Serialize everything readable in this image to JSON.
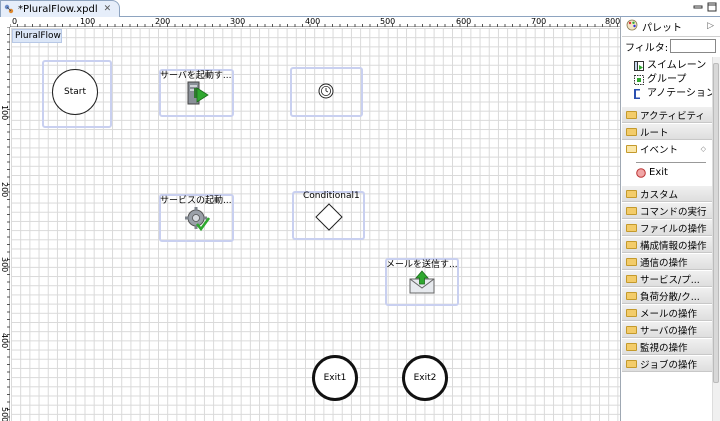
{
  "tab": {
    "title": "*PluralFlow.xpdl",
    "close": "✕"
  },
  "ruler": {
    "top": [
      "0",
      "100",
      "200",
      "300",
      "400",
      "500",
      "600",
      "700",
      "800"
    ],
    "left": [
      "100",
      "200",
      "300",
      "400",
      "500"
    ]
  },
  "canvas": {
    "pool_label": "PluralFlow",
    "nodes": {
      "start": "Start",
      "start_server": "サーバを起動す...",
      "start_service": "サービスの起動...",
      "conditional": "Conditional1",
      "send_mail": "メールを送信す...",
      "exit1": "Exit1",
      "exit2": "Exit2"
    }
  },
  "palette": {
    "title": "パレット",
    "filter_label": "フィルタ:",
    "filter_value": "",
    "tools": [
      "スイムレーン",
      "グループ",
      "アノテーション"
    ],
    "drawers": {
      "activity": "アクティビティ",
      "route": "ルート",
      "event": "イベント"
    },
    "event_item": "Exit",
    "more_drawers": [
      "カスタム",
      "コマンドの実行",
      "ファイルの操作",
      "構成情報の操作",
      "通信の操作",
      "サービス/プ...",
      "負荷分散/ク...",
      "メールの操作",
      "サーバの操作",
      "監視の操作",
      "ジョブの操作"
    ]
  },
  "colors": {
    "box_border": "#c9d0f0",
    "tab_bg": "#e6eefa",
    "accent_green": "#2fa82f"
  }
}
